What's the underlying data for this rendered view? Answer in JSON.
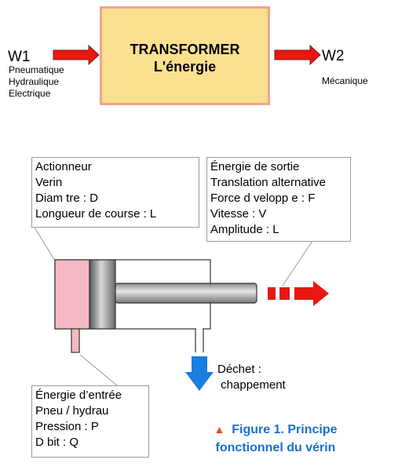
{
  "top_diagram": {
    "box_line1": "TRANSFORMER",
    "box_line2": "L'énergie",
    "input_label": "W1",
    "input_sources": [
      "Pneumatique",
      "Hydraulique",
      "Electrique"
    ],
    "output_label": "W2",
    "output_type": "Mécanique"
  },
  "actuator_callout": {
    "lines": [
      "Actionneur",
      "Verin",
      "Diam  tre : D",
      "Longueur de course : L"
    ]
  },
  "output_callout": {
    "lines": [
      "Énergie de sortie",
      "Translation alternative",
      "Force d  velopp  e : F",
      "Vitesse : V",
      "Amplitude : L"
    ]
  },
  "input_callout": {
    "lines": [
      "Énergie d’entrée",
      "Pneu / hydrau",
      "Pression : P",
      "D  bit : Q"
    ]
  },
  "exhaust": {
    "line1": "Déchet :",
    "line2": " chappement"
  },
  "caption": {
    "marker": "▲",
    "line1": "Figure 1. Principe",
    "line2": "fonctionnel du vérin"
  },
  "colors": {
    "box_fill": "#fbe08f",
    "box_border": "#f3a38c",
    "arrow_red": "#e8170f",
    "chamber_pink": "#f6b9c4",
    "exhaust_blue": "#1a7de0",
    "caption_blue": "#1a6fd0"
  }
}
